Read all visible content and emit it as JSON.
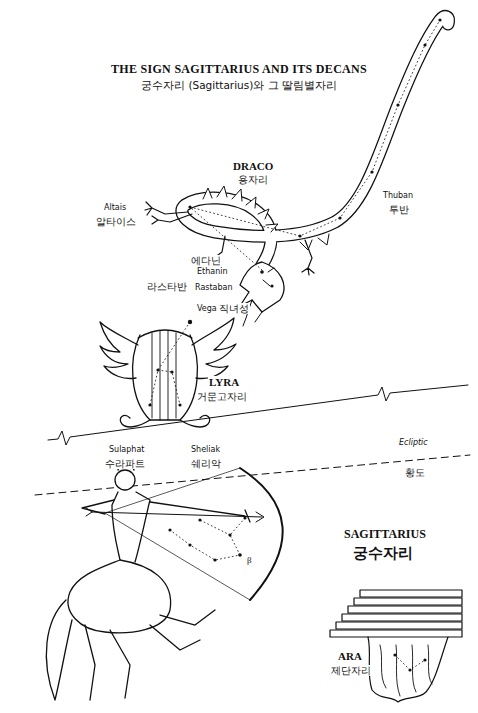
{
  "diagram": {
    "title": "THE SIGN SAGITTARIUS AND ITS DECANS",
    "labels": [
      "궁수자리 (Sagittarius)와 그 딸림별자리",
      "DRACO",
      "용자리",
      "Altais",
      "알타이스",
      "Thuban",
      "투반",
      "에다닌",
      "Ethanin",
      "라스타반",
      "Rastaban",
      "Vega",
      "직녀성",
      "LYRA",
      "거문고자리",
      "Sulaphat",
      "수라파트",
      "Sheliak",
      "쉐리악",
      "Ecliptic",
      "황도",
      "SAGITTARIUS",
      "궁수자리",
      "β",
      "ARA",
      "제단자리"
    ]
  }
}
